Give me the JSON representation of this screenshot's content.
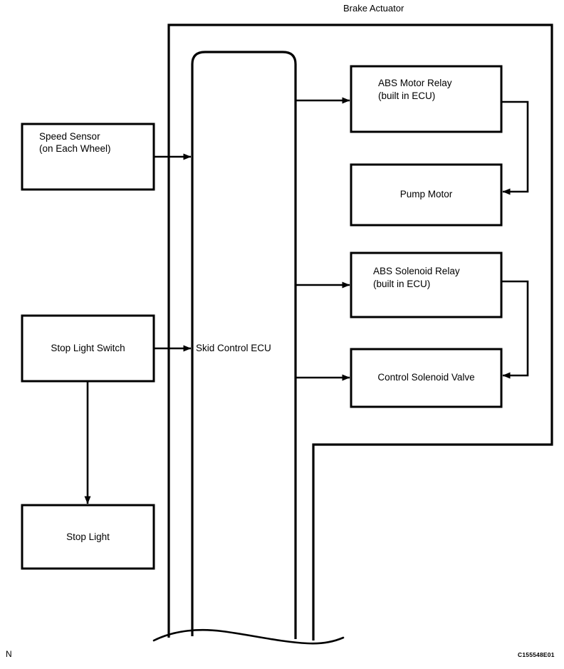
{
  "diagram": {
    "title": "Brake Actuator",
    "corner_mark": "N",
    "figure_code": "C155548E01",
    "stroke_color": "#000000",
    "background_color": "#ffffff",
    "nodes": {
      "speed_sensor": {
        "label_line1": "Speed Sensor",
        "label_line2": "(on Each Wheel)"
      },
      "stop_light_switch": {
        "label": "Stop Light Switch"
      },
      "stop_light": {
        "label": "Stop Light"
      },
      "skid_control_ecu": {
        "label": "Skid Control ECU"
      },
      "abs_motor_relay": {
        "label_line1": "ABS Motor Relay",
        "label_line2": "(built in ECU)"
      },
      "pump_motor": {
        "label": "Pump Motor"
      },
      "abs_solenoid_relay": {
        "label_line1": "ABS Solenoid Relay",
        "label_line2": "(built in ECU)"
      },
      "control_solenoid_valve": {
        "label": "Control Solenoid Valve"
      }
    }
  }
}
